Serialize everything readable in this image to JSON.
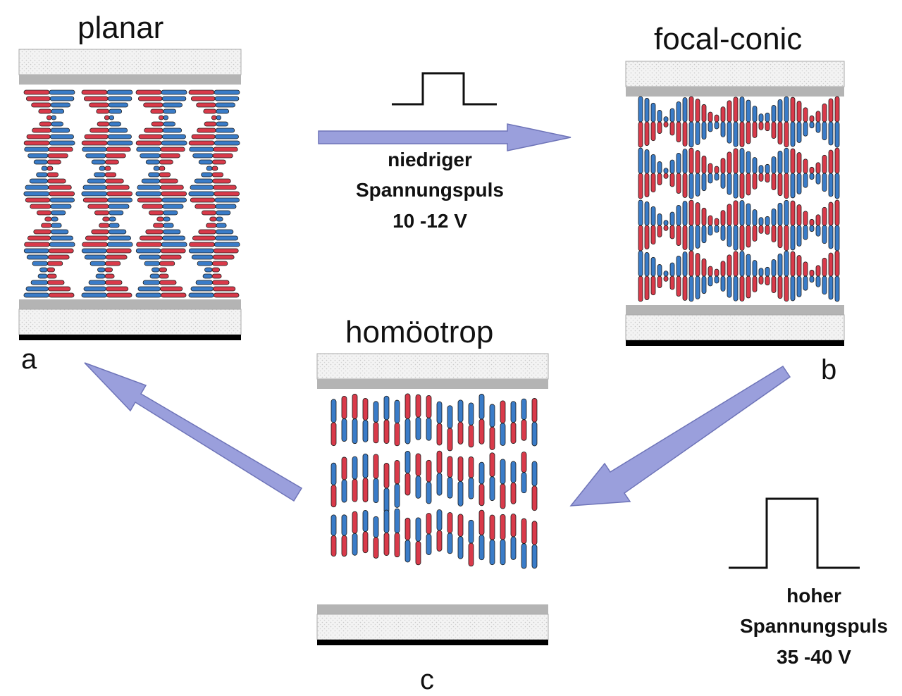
{
  "states": {
    "planar": {
      "title": "planar",
      "letter": "a"
    },
    "focal_conic": {
      "title": "focal-conic",
      "letter": "b"
    },
    "homeotropic": {
      "title": "homöotrop",
      "letter": "c"
    }
  },
  "low_pulse": {
    "line1": "niedriger",
    "line2": "Spannungspuls",
    "line3": "10 -12 V"
  },
  "high_pulse": {
    "line1": "hoher",
    "line2": "Spannungspuls",
    "line3": "35 -40 V"
  },
  "colors": {
    "molecule_red": "#d93a4a",
    "molecule_blue": "#3a7cc8",
    "arrow_fill": "#9a9fdc",
    "arrow_stroke": "#6e74b8",
    "glass_fill": "#f2f2f2",
    "electrode_gray": "#b4b4b4",
    "base_black": "#000000"
  }
}
